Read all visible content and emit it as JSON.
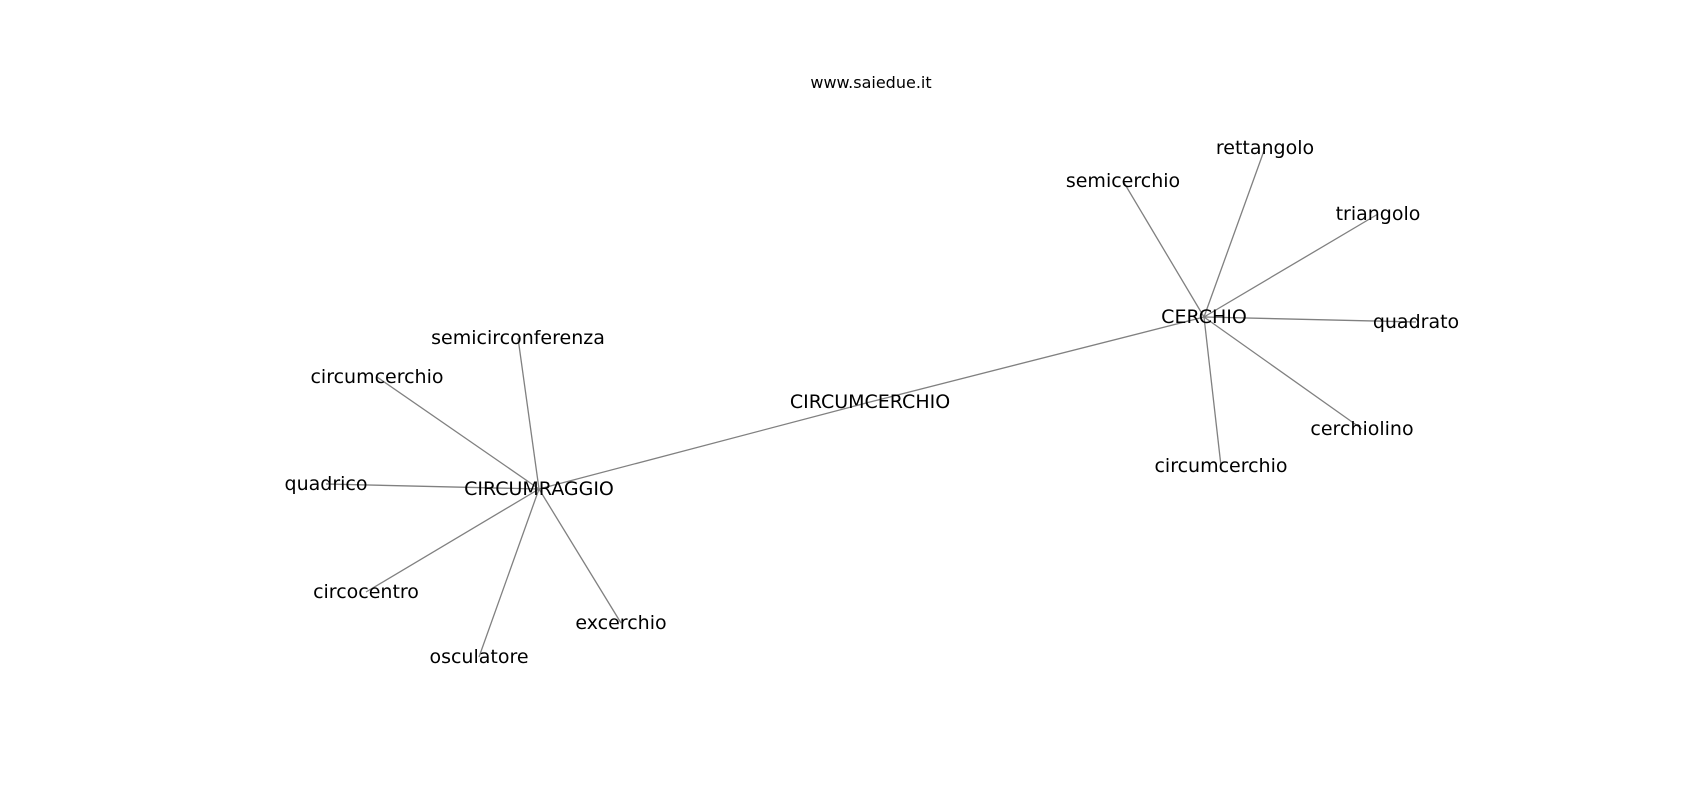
{
  "caption": "www.saiedue.it",
  "colors": {
    "edge": "#808080",
    "text": "#000000",
    "background": "#ffffff"
  },
  "nodes": [
    {
      "id": "circumcerchio_center",
      "label": "CIRCUMCERCHIO"
    },
    {
      "id": "circumraggio",
      "label": "CIRCUMRAGGIO"
    },
    {
      "id": "cerchio",
      "label": "CERCHIO"
    },
    {
      "id": "semicirconferenza",
      "label": "semicirconferenza"
    },
    {
      "id": "circumcerchio_left",
      "label": "circumcerchio"
    },
    {
      "id": "quadrico",
      "label": "quadrico"
    },
    {
      "id": "circocentro",
      "label": "circocentro"
    },
    {
      "id": "osculatore",
      "label": "osculatore"
    },
    {
      "id": "excerchio",
      "label": "excerchio"
    },
    {
      "id": "semicerchio",
      "label": "semicerchio"
    },
    {
      "id": "rettangolo",
      "label": "rettangolo"
    },
    {
      "id": "triangolo",
      "label": "triangolo"
    },
    {
      "id": "quadrato",
      "label": "quadrato"
    },
    {
      "id": "cerchiolino",
      "label": "cerchiolino"
    },
    {
      "id": "circumcerchio_right",
      "label": "circumcerchio"
    }
  ],
  "edges": [
    {
      "from": "circumcerchio_center",
      "to": "circumraggio"
    },
    {
      "from": "circumcerchio_center",
      "to": "cerchio"
    },
    {
      "from": "circumraggio",
      "to": "semicirconferenza"
    },
    {
      "from": "circumraggio",
      "to": "circumcerchio_left"
    },
    {
      "from": "circumraggio",
      "to": "quadrico"
    },
    {
      "from": "circumraggio",
      "to": "circocentro"
    },
    {
      "from": "circumraggio",
      "to": "osculatore"
    },
    {
      "from": "circumraggio",
      "to": "excerchio"
    },
    {
      "from": "cerchio",
      "to": "semicerchio"
    },
    {
      "from": "cerchio",
      "to": "rettangolo"
    },
    {
      "from": "cerchio",
      "to": "triangolo"
    },
    {
      "from": "cerchio",
      "to": "quadrato"
    },
    {
      "from": "cerchio",
      "to": "cerchiolino"
    },
    {
      "from": "cerchio",
      "to": "circumcerchio_right"
    }
  ]
}
